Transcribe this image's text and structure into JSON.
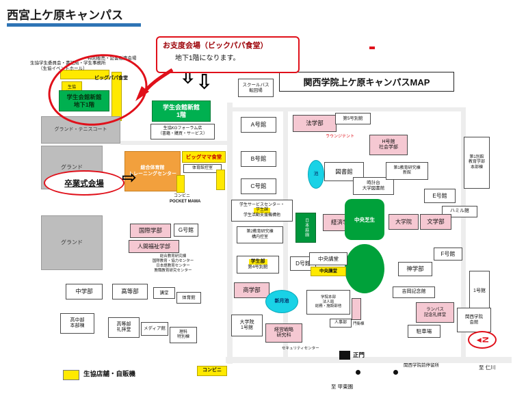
{
  "page": {
    "title": "西宮上ケ原キャンパス"
  },
  "callout": {
    "line1": "お支度会場（ビックパパ食堂）",
    "line2": "地下1階になります。"
  },
  "map_title": "関西学院上ケ原キャンパスMAP",
  "legend": {
    "coop_label": "生協店舗・自販機"
  },
  "icons": {
    "down_arrow": "⇩",
    "right_arrow": "⇨"
  },
  "compass": {
    "arrow": "◀",
    "letter": "N"
  },
  "notes": {
    "sales": "特別販売・証書販売会場",
    "coop_committee": "生協学生委員会・書記局・学生事務所",
    "event_hall": "（生協イベントホール）",
    "bigpapa": "ビッグパパ食堂",
    "coop_office": "生協\n総務部",
    "kg_forum": "生協KGフォーラム店\n（書籍・購買・サービス）",
    "conbini_label": "コンビニ",
    "pocket_mama": "POCKET MAMA",
    "lounge": "ラウンジテント",
    "security": "セキュリティセンター",
    "gate_label": "正門",
    "bus_stop": "関西学院前停留所",
    "to_nigawa": "至 仁川",
    "to_kotoen": "至 甲東園",
    "monei": "門衛棟"
  },
  "b": {
    "gakukaikan_b1": "学生会館新館\n地下1階",
    "gakukaikan_1f": "学生会館新館\n1階",
    "tennis": "グランド・テニスコート",
    "ground1": "グランド",
    "sotsugyo": "卒業式会場",
    "ground2": "グランド",
    "gym": "総合体育館\nトレーニングセンター",
    "bigmama": "ビッグママ食堂",
    "gym_waiting": "体育館控室",
    "schoolbus": "スクールバス\n転回場",
    "a": "A号館",
    "bb": "B号館",
    "c": "C号館",
    "d": "D号館",
    "ssc_l1": "学生サービスセンター・",
    "ssc_l2": "学生課",
    "ssc_l3": "学生活動支援機構他",
    "no2_edu": "第2教育研究棟\n構内控室",
    "gakuseibu": "学生部",
    "no4_bekkan": "第4号別館",
    "hougaku": "法学部",
    "no5_bekkan": "第5号別館",
    "h_shakai": "H号館\n社会学部",
    "tosho": "図書館",
    "ike": "池",
    "tokeidai": "時計台\n大学図書館",
    "no1_edu": "第1教育研究棟\n新館",
    "no1_bekkan": "第1別館\n教育学部\n本部棟",
    "e": "E号館",
    "hamill": "ハミル館",
    "keizai": "経済学部",
    "nihonteien": "日本庭園",
    "shibafu": "中央芝生",
    "daigakuin": "大学院",
    "bungaku": "文学部",
    "shingaku": "神学部",
    "f": "F号館",
    "no1_kan": "1号館",
    "chuo_kodo": "中央講堂",
    "chuo_kodo_coop": "中央講堂",
    "shingetsu": "新月池",
    "honbu": "学院本部\n法人局\n総務・施設部他",
    "jinji": "人事部",
    "yoshioka": "吉岡記念館",
    "lambuth": "ランバス\n記念礼拝堂",
    "kg_kaikan": "関西学院\n会館",
    "parking": "駐車場",
    "shougaku": "商学部",
    "in_no1": "大学院\n1号館",
    "keiei": "経営戦略\n研究科",
    "chugaku": "中学部",
    "koto": "高等部",
    "kodo": "講堂",
    "taiikukan": "体育館",
    "kochu_honbu": "高中部\n本部棟",
    "koto_chapel": "高等部\n礼拝堂",
    "media": "メディア館",
    "rika": "理科\n特別棟",
    "kokusai": "国際学部",
    "g": "G号館",
    "ningen": "人間福祉学部",
    "sogo_edu": "総合教育研究棟\n国際教育・協力センター\n日本語教育センター\n教職教育研究センター",
    "conbini": "コンビニ"
  }
}
